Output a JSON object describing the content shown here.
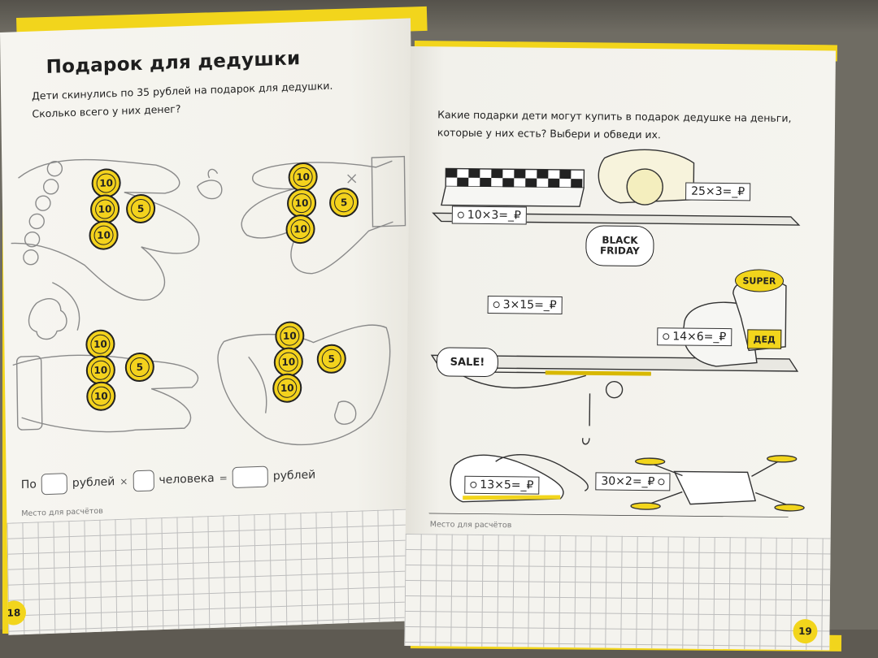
{
  "left_page": {
    "title": "Подарок для дедушки",
    "task_line1": "Дети скинулись по 35 рублей на подарок для дедушки.",
    "task_line2": "Сколько всего у них денег?",
    "coins": {
      "ten": "10",
      "five": "5"
    },
    "answer_row": {
      "word_po": "По",
      "word_rubles": "рублей",
      "times": "×",
      "word_people": "человека",
      "equals": "=",
      "word_rubles2": "рублей"
    },
    "calc_label": "Место для расчётов",
    "page_number": "18"
  },
  "right_page": {
    "task_line1": "Какие подарки дети могут купить в подарок дедушке на деньги,",
    "task_line2": "которые у них есть? Выбери и обведи их.",
    "tags": {
      "chess": "10×3=_₽",
      "blanket": "25×3=_₽",
      "rod": "3×15=_₽",
      "glove": "14×6=_₽",
      "shoes": "13×5=_₽",
      "drone": "30×2=_₽"
    },
    "stickers": {
      "black_friday": "BLACK FRIDAY",
      "sale": "SALE!",
      "super": "SUPER",
      "ded": "ДЕД"
    },
    "calc_label": "Место для расчётов",
    "page_number": "19"
  },
  "colors": {
    "accent_yellow": "#f2d51c",
    "paper": "#f4f3ee",
    "ink": "#222222"
  }
}
